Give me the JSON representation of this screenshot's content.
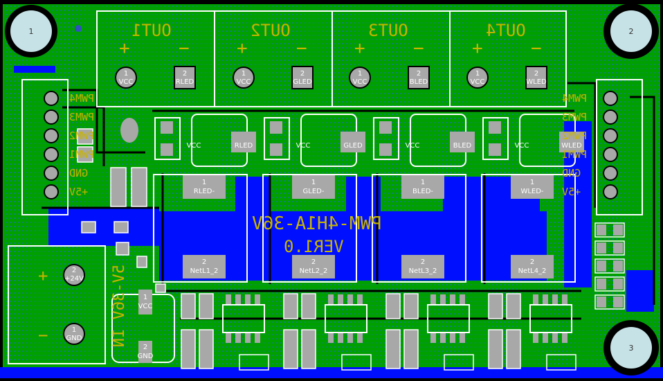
{
  "board": {
    "mounting_holes": [
      "1",
      "2",
      "3"
    ],
    "outputs": [
      {
        "title": "OUT1",
        "plus": "+",
        "minus": "−",
        "pin1": "1",
        "pin1_net": "VCC",
        "pin2": "2",
        "pin2_net": "RLED"
      },
      {
        "title": "OUT2",
        "plus": "+",
        "minus": "−",
        "pin1": "1",
        "pin1_net": "VCC",
        "pin2": "2",
        "pin2_net": "GLED"
      },
      {
        "title": "OUT3",
        "plus": "+",
        "minus": "−",
        "pin1": "1",
        "pin1_net": "VCC",
        "pin2": "2",
        "pin2_net": "BLED"
      },
      {
        "title": "OUT4",
        "plus": "+",
        "minus": "−",
        "pin1": "1",
        "pin1_net": "VCC",
        "pin2": "2",
        "pin2_net": "WLED"
      }
    ],
    "left_header_labels": [
      "PWM4",
      "PWM3",
      "PWM2",
      "PWM1",
      "GND",
      "+5V"
    ],
    "right_header_labels": [
      "PWM4",
      "PWM3",
      "PWM2",
      "PWM1",
      "GND",
      "+5V"
    ],
    "channels": [
      {
        "vcc": "VCC",
        "led": "RLED",
        "inductor_pad1": "1",
        "inductor_net1": "RLED-",
        "inductor_pad2": "2",
        "inductor_net2": "NetL1_2"
      },
      {
        "vcc": "VCC",
        "led": "GLED",
        "inductor_pad1": "1",
        "inductor_net1": "GLED-",
        "inductor_pad2": "2",
        "inductor_net2": "NetL2_2"
      },
      {
        "vcc": "VCC",
        "led": "BLED",
        "inductor_pad1": "1",
        "inductor_net1": "BLED-",
        "inductor_pad2": "2",
        "inductor_net2": "NetL3_2"
      },
      {
        "vcc": "VCC",
        "led": "WLED",
        "inductor_pad1": "1",
        "inductor_net1": "WLED-",
        "inductor_pad2": "2",
        "inductor_net2": "NetL4_2"
      }
    ],
    "title_text": "PWM-4H1A-36V",
    "version_text": "VER1.0",
    "power_in": {
      "plus": "+",
      "minus": "−",
      "pin2": "2",
      "pin2_net": "+24V",
      "pin1": "1",
      "pin1_net": "GND"
    },
    "side_text": "5V-36V IN",
    "regulator": {
      "pin1": "1",
      "pin1_net": "VCC",
      "pin2": "2",
      "pin2_net": "GND"
    },
    "colors": {
      "background": "#000000",
      "copper_bottom": "#0010ff",
      "copper_top": "#00a000",
      "silkscreen": "#ffffff",
      "overlay_text": "#c8b400",
      "pad": "#a8a8a8",
      "hole": "#c6e2e6"
    }
  }
}
